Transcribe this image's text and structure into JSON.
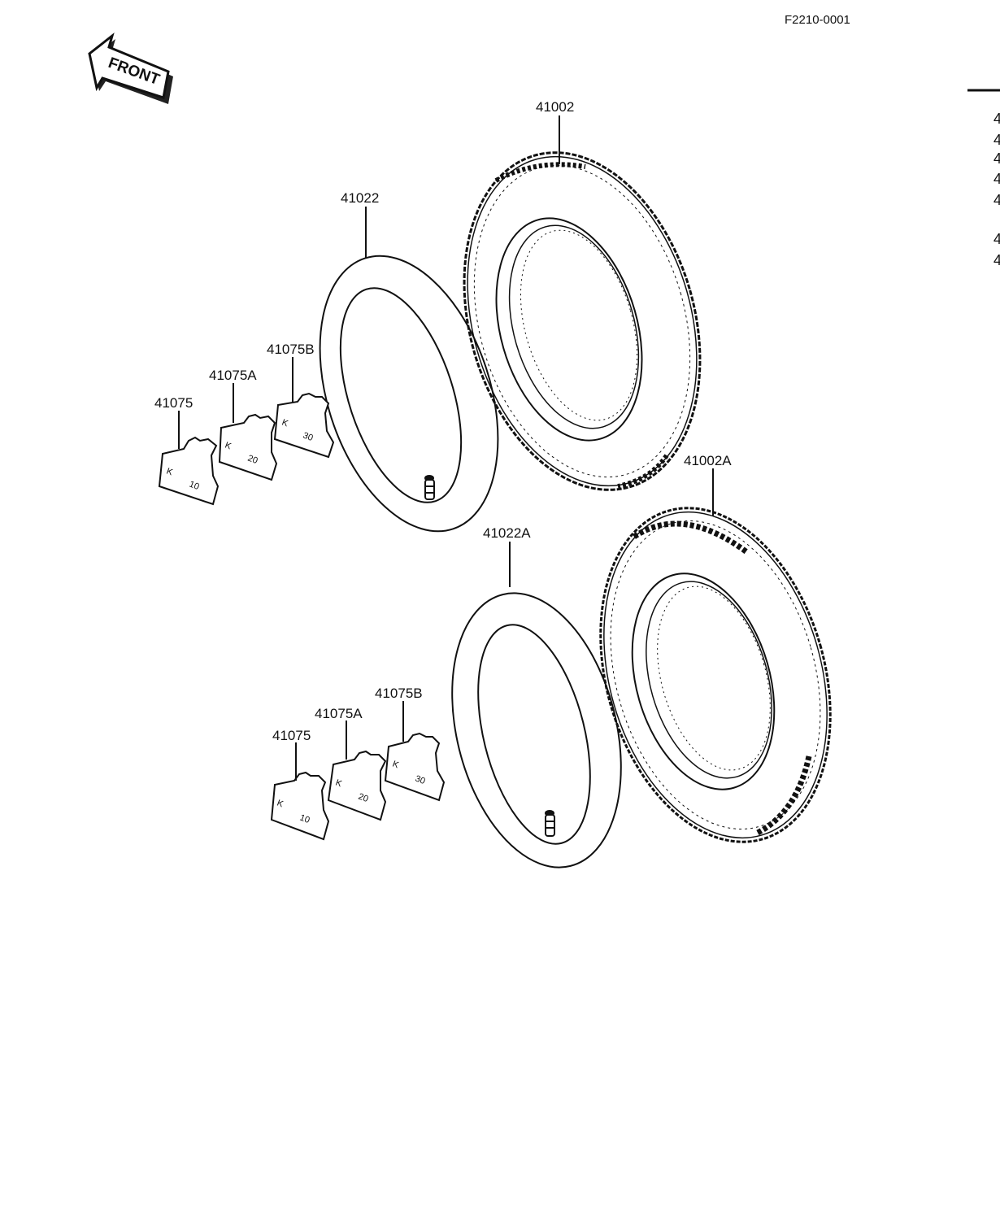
{
  "diagram_code": "F2210-0001",
  "front_label": "FRONT",
  "parts": {
    "tire_front": "41002",
    "tire_rear": "41002A",
    "tube_front": "41022",
    "tube_rear": "41022A",
    "weight_10": "41075",
    "weight_20": "41075A",
    "weight_30": "41075B"
  },
  "weight_marks": {
    "k": "K",
    "w10": "10",
    "w20": "20",
    "w30": "30"
  },
  "right_edge_chars": [
    "4",
    "4",
    "4",
    "4",
    "4",
    "4",
    "4"
  ]
}
